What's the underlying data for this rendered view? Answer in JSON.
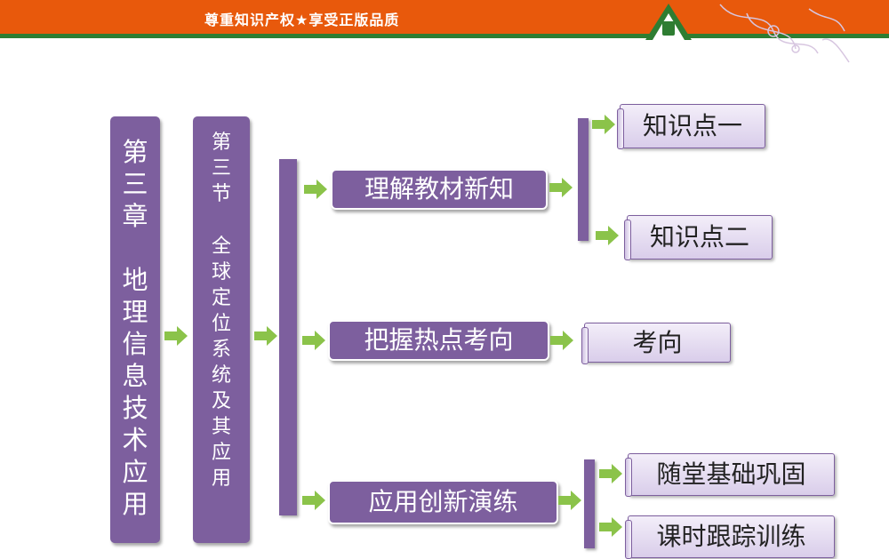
{
  "header": {
    "banner_text": "尊重知识产权★享受正版品质",
    "bar_color": "#e8590c",
    "stripe_color": "#2e7d32",
    "logo_icon": "house-logo-icon",
    "decoration_icon": "floral-swirl-icon"
  },
  "diagram": {
    "box_color": "#7d5f9e",
    "arrow_color": "#8bc34a",
    "chapter": {
      "line1": "第三章",
      "line2": "地理信息技术应用"
    },
    "section": {
      "line1": "第三节",
      "line2": "全球定位系统及其应用"
    },
    "branches": [
      {
        "label": "理解教材新知",
        "children": [
          "知识点一",
          "知识点二"
        ]
      },
      {
        "label": "把握热点考向",
        "children": [
          "考向"
        ]
      },
      {
        "label": "应用创新演练",
        "children": [
          "随堂基础巩固",
          "课时跟踪训练"
        ]
      }
    ]
  }
}
